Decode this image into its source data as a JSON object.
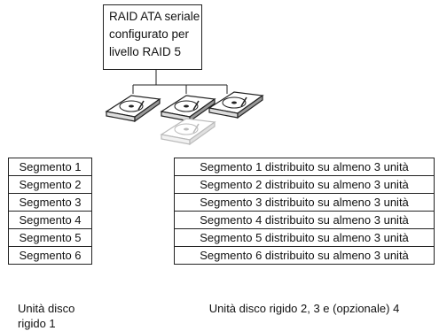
{
  "callout": {
    "lines": [
      "RAID ATA seriale",
      "configurato per",
      "livello RAID 5"
    ]
  },
  "left_table": {
    "rows": [
      "Segmento 1",
      "Segmento 2",
      "Segmento 3",
      "Segmento 4",
      "Segmento 5",
      "Segmento 6"
    ]
  },
  "right_table": {
    "rows": [
      "Segmento 1 distribuito su almeno 3 unità",
      "Segmento 2 distribuito su almeno 3 unità",
      "Segmento 3 distribuito su almeno 3 unità",
      "Segmento 4 distribuito su almeno 3 unità",
      "Segmento 5 distribuito su almeno 3 unità",
      "Segmento 6 distribuito su almeno 3 unità"
    ]
  },
  "captions": {
    "left": [
      "Unità disco",
      "rigido 1"
    ],
    "right": "Unità disco rigido 2, 3 e (opzionale) 4"
  },
  "colors": {
    "line": "#222222",
    "optional_drive": "#bbbbbb"
  }
}
